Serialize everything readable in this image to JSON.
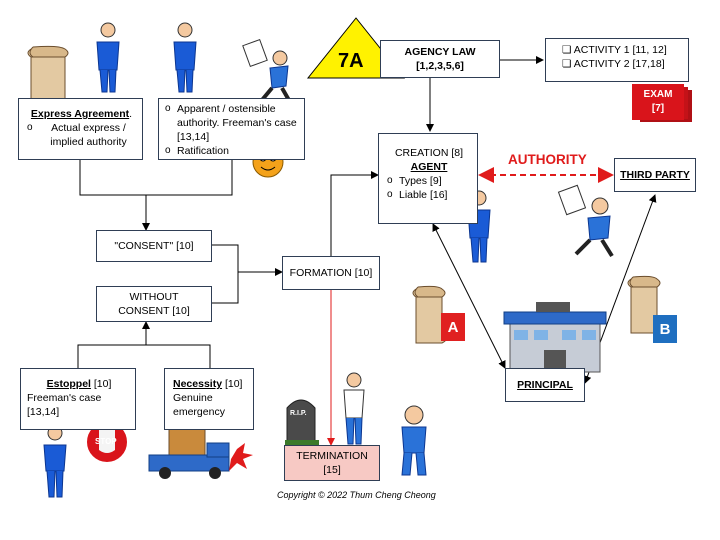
{
  "title": {
    "code": "7A",
    "heading": "AGENCY LAW",
    "chapters": "[1,2,3,5,6]"
  },
  "activities": [
    "ACTIVITY  1 [11, 12]",
    "ACTIVITY  2 [17,18]"
  ],
  "exam": {
    "label": "EXAM",
    "ref": "[7]"
  },
  "express_agreement": {
    "title": "Express Agreement",
    "title_suffix": ".",
    "item": "Actual express / implied authority"
  },
  "apparent": {
    "item1": "Apparent / ostensible authority. Freeman's case [13,14]",
    "item2": "Ratification"
  },
  "consent": "\"CONSENT\" [10]",
  "without_consent": {
    "line1": "WITHOUT",
    "line2": "CONSENT  [10]"
  },
  "estoppel": {
    "title": "Estoppel",
    "ref": " [10]",
    "desc": "Freeman's case [13,14]"
  },
  "necessity": {
    "title": "Necessity",
    "ref": " [10]",
    "desc": "Genuine emergency"
  },
  "formation": "FORMATION [10]",
  "termination": {
    "line1": "TERMINATION",
    "line2": "[15]"
  },
  "creation": {
    "heading": "CREATION  [8]",
    "agent": "AGENT",
    "item1": "Types [9]",
    "item2": "Liable [16]"
  },
  "authority_label": "AUTHORITY",
  "third_party": "THIRD PARTY",
  "principal": "PRINCIPAL",
  "badges": {
    "a": "A",
    "b": "B"
  },
  "stop_sign": "STOP",
  "rip": "R.I.P.",
  "copyright": "Copyright © 2022 Thum Cheng Cheong",
  "colors": {
    "triangle": "#fff200",
    "badge_a": "#e02020",
    "badge_b": "#1f6fc0",
    "authority": "#e01b1b",
    "exam": "#d9141b",
    "suit": "#1a5bd6",
    "box_border": "#2f3e55",
    "termination_fill": "#f7c9c4"
  },
  "icons": [
    "scroll-icon",
    "businessman-icon",
    "running-man-icon",
    "smiley-icon",
    "stop-sign-icon",
    "delivery-truck-icon",
    "tombstone-icon",
    "building-icon"
  ]
}
